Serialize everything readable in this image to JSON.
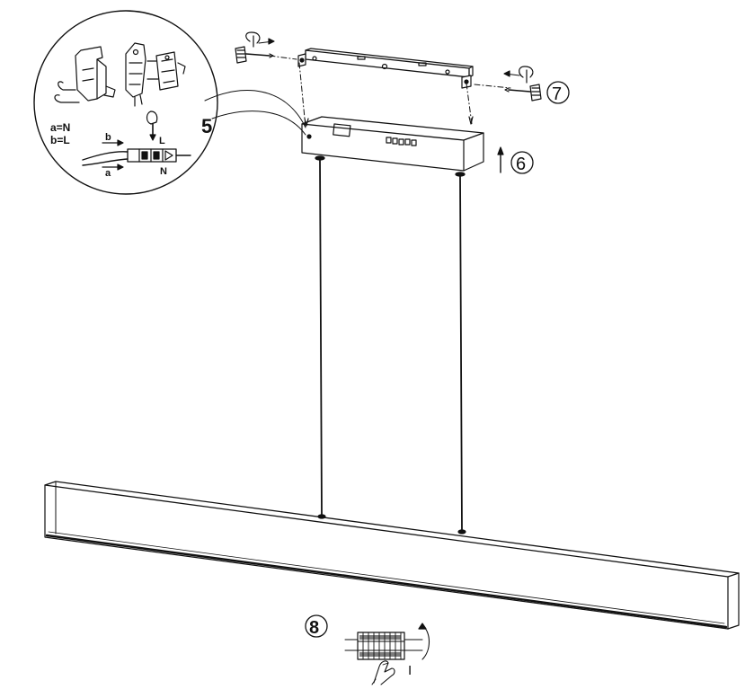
{
  "steps": {
    "step5": "5",
    "step6": "6",
    "step7": "7",
    "step8": "8"
  },
  "wiring": {
    "legend_a": "a=N",
    "legend_b": "b=L",
    "wire_a": "a",
    "wire_b": "b",
    "terminal_L": "L",
    "terminal_N": "N"
  },
  "dimmer": {
    "label": "I"
  },
  "colors": {
    "line": "#111111",
    "background": "#ffffff"
  }
}
